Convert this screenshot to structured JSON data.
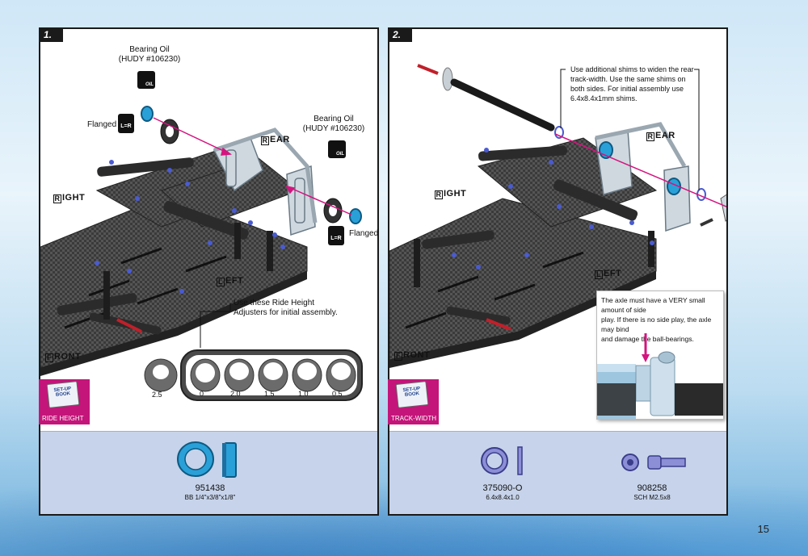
{
  "page_number": "15",
  "colors": {
    "magenta": "#c4157a",
    "parts_strip": "#c6d3ea",
    "bearing_blue": "#2aa0d8"
  },
  "step1": {
    "number": "1.",
    "bearing_oil_left": "Bearing Oil",
    "hudy_left": "(HUDY #106230)",
    "bearing_oil_right": "Bearing Oil",
    "hudy_right": "(HUDY #106230)",
    "oil_icon_text": "OIL",
    "lr_icon_text": "L=R",
    "flanged_left": "Flanged",
    "flanged_right": "Flanged",
    "dir_rear_cap": "R",
    "dir_rear_rest": "EAR",
    "dir_right_cap": "R",
    "dir_right_rest": "IGHT",
    "dir_left_cap": "L",
    "dir_left_rest": "EFT",
    "dir_front_cap": "F",
    "dir_front_rest": "RONT",
    "ride_height_note_1": "Use these  Ride Height",
    "ride_height_note_2": "Adjusters for initial assembly.",
    "adjusters": [
      "0",
      "2.0",
      "1.5",
      "1.0",
      "0.5"
    ],
    "loose_adjuster": "2.5",
    "badge_book": "SET-UP BOOK",
    "badge_label": "RIDE HEIGHT",
    "parts": [
      {
        "code": "951438",
        "desc": "BB 1/4\"x3/8\"x1/8\""
      }
    ]
  },
  "step2": {
    "number": "2.",
    "shim_note_1": "Use  additional  shims  to  widen  the  rear",
    "shim_note_2": "track-width.  Use  the  same  shims  on",
    "shim_note_3": "both  sides.  For  initial  assembly  use",
    "shim_note_4": "6.4x8.4x1mm shims.",
    "dir_rear_cap": "R",
    "dir_rear_rest": "EAR",
    "dir_right_cap": "R",
    "dir_right_rest": "IGHT",
    "dir_left_cap": "L",
    "dir_left_rest": "EFT",
    "dir_front_cap": "F",
    "dir_front_rest": "RONT",
    "axle_note_1": "The axle must have a VERY small amount of side",
    "axle_note_2": "play. If there is no side play, the axle may bind",
    "axle_note_3": "and damage the ball-bearings.",
    "badge_book": "SET-UP BOOK",
    "badge_label": "TRACK-WIDTH",
    "parts": [
      {
        "code": "375090-O",
        "desc": "6.4x8.4x1.0"
      },
      {
        "code": "908258",
        "desc": "SCH M2.5x8"
      }
    ]
  }
}
